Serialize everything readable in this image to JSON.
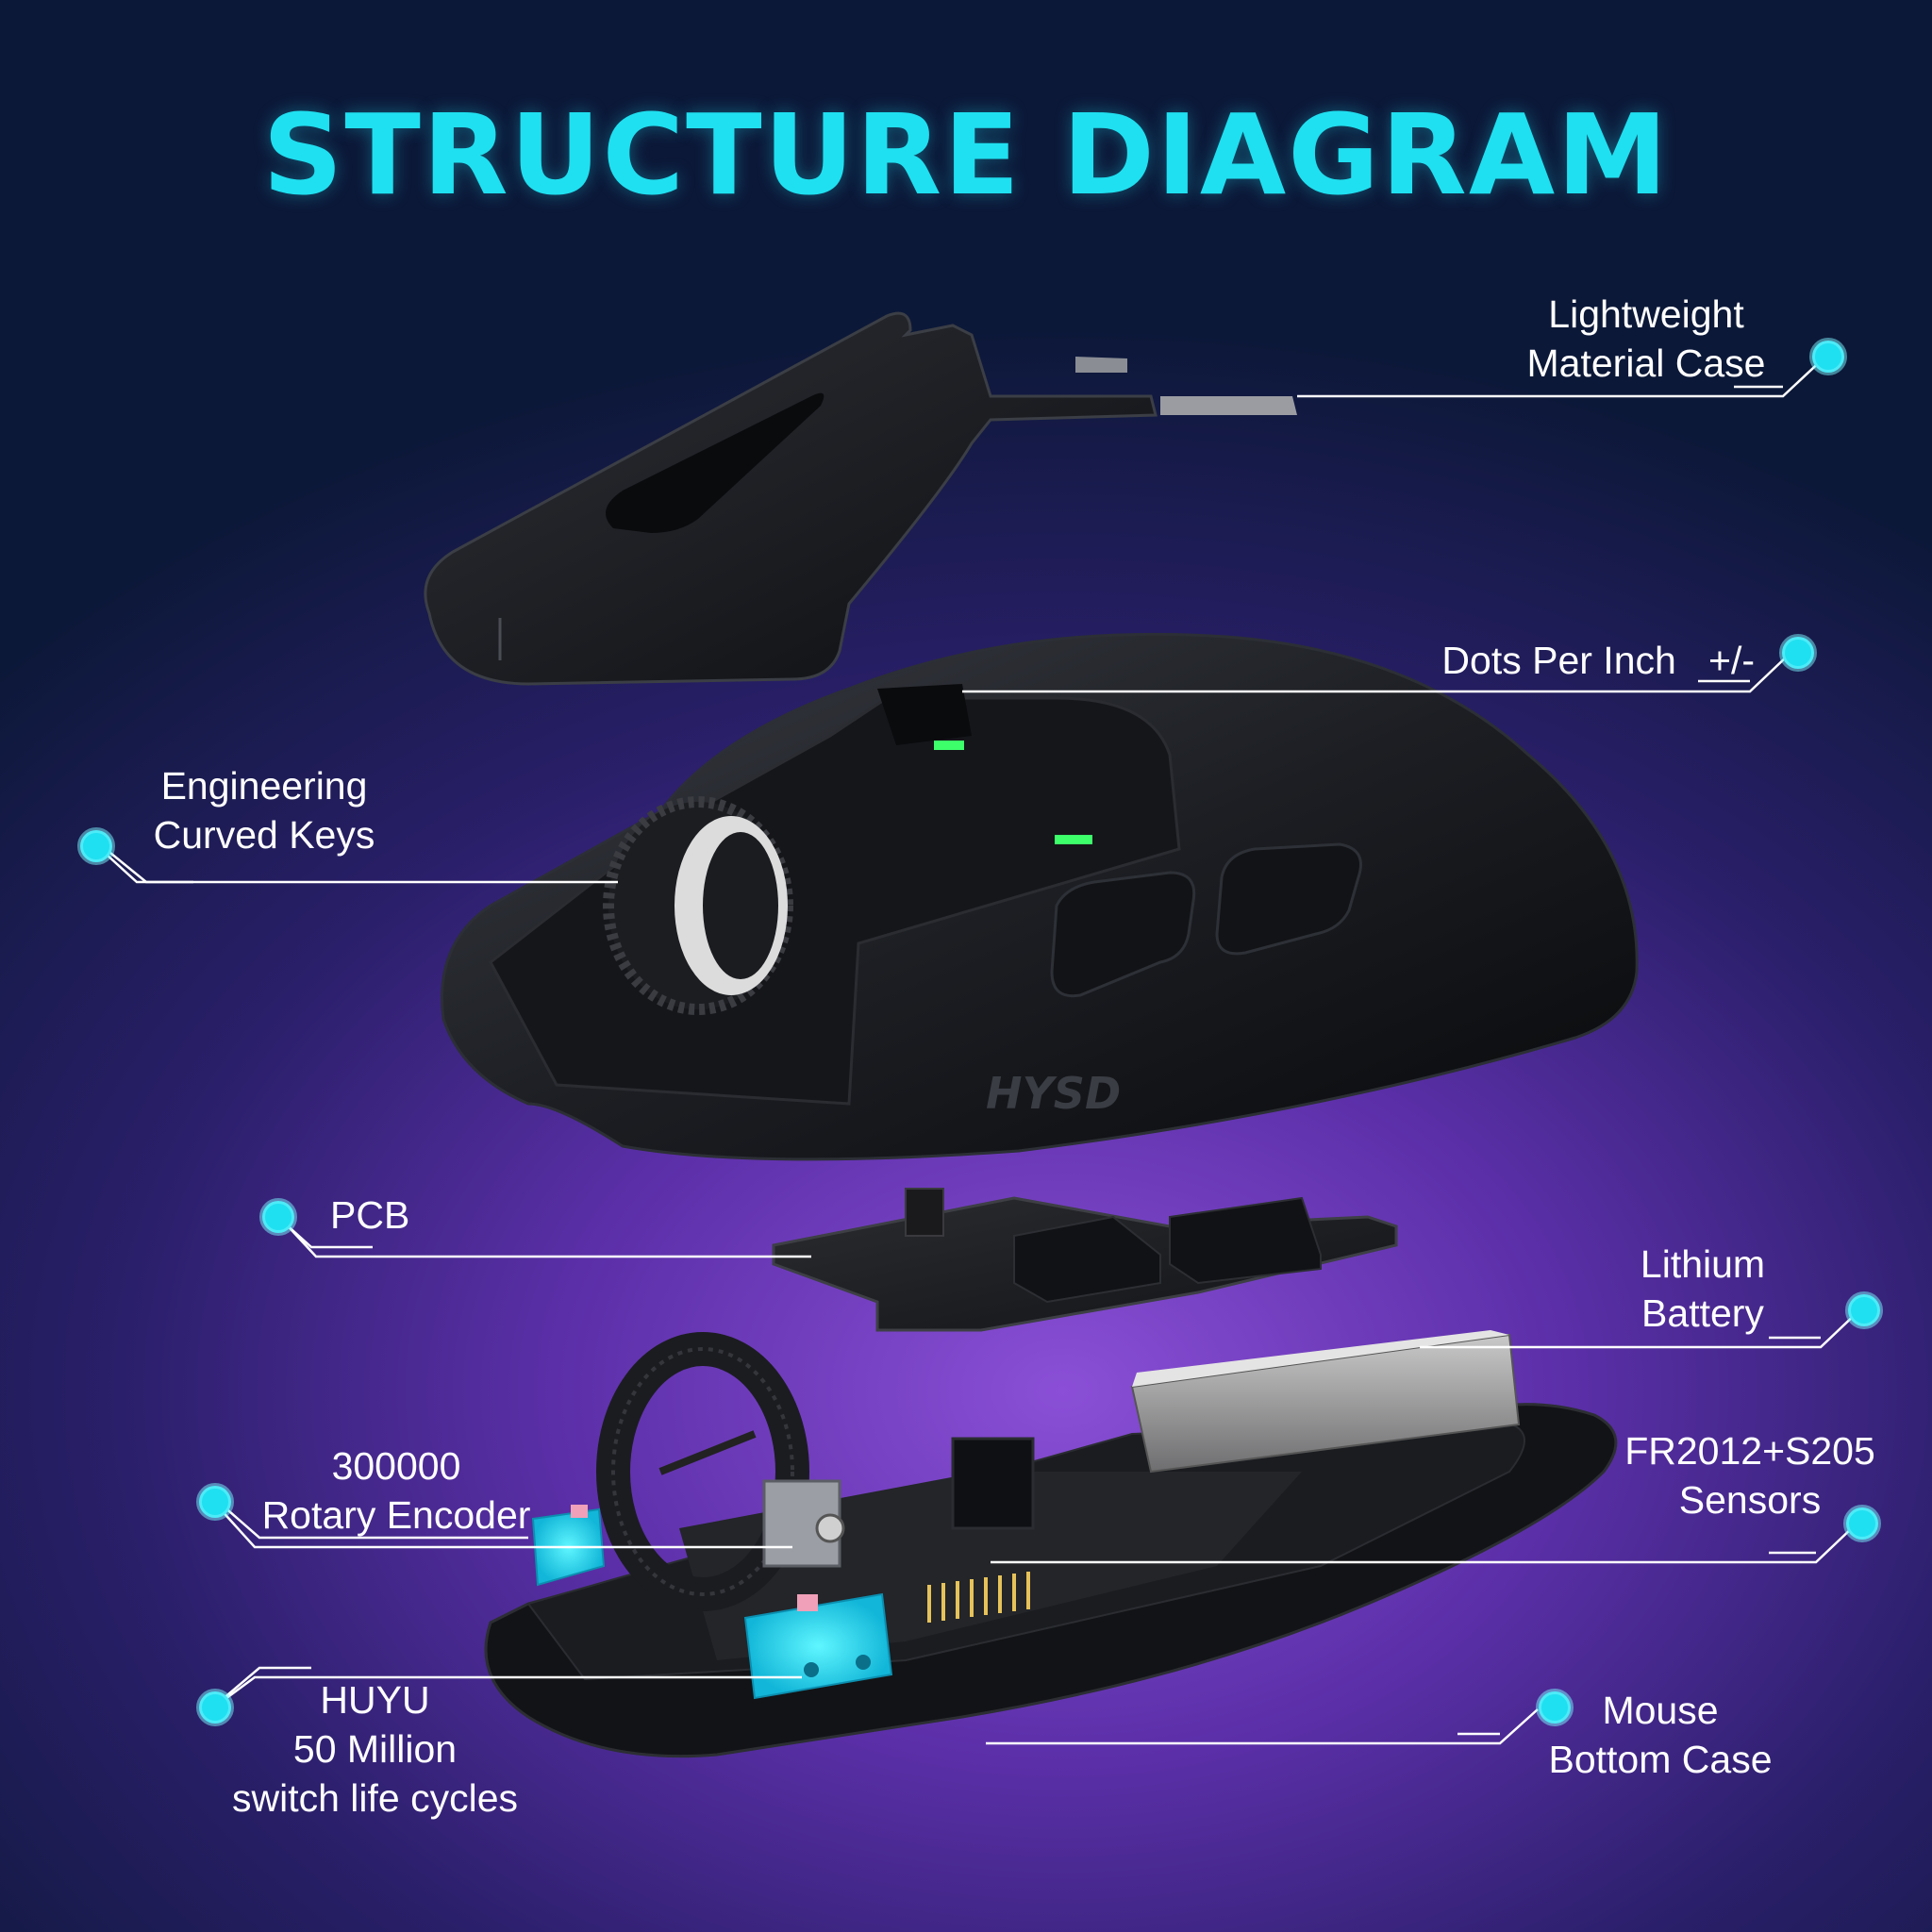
{
  "title": "STRUCTURE DIAGRAM",
  "brand_logo": "HYSD",
  "accent_color": "#1fe0f0",
  "callouts": {
    "case": {
      "line1": "Lightweight",
      "line2": "Material Case"
    },
    "dpi": {
      "line1": "Dots Per Inch",
      "line2": "+/-"
    },
    "keys": {
      "line1": "Engineering",
      "line2": "Curved Keys"
    },
    "pcb": {
      "line1": "PCB"
    },
    "battery": {
      "line1": "Lithium",
      "line2": "Battery"
    },
    "encoder": {
      "line1": "300000",
      "line2": "Rotary Encoder"
    },
    "sensors": {
      "line1": "FR2012+S205",
      "line2": "Sensors"
    },
    "switch": {
      "line1": "HUYU",
      "line2": "50 Million",
      "line3": "switch life cycles"
    },
    "bottom": {
      "line1": "Mouse",
      "line2": "Bottom Case"
    }
  }
}
